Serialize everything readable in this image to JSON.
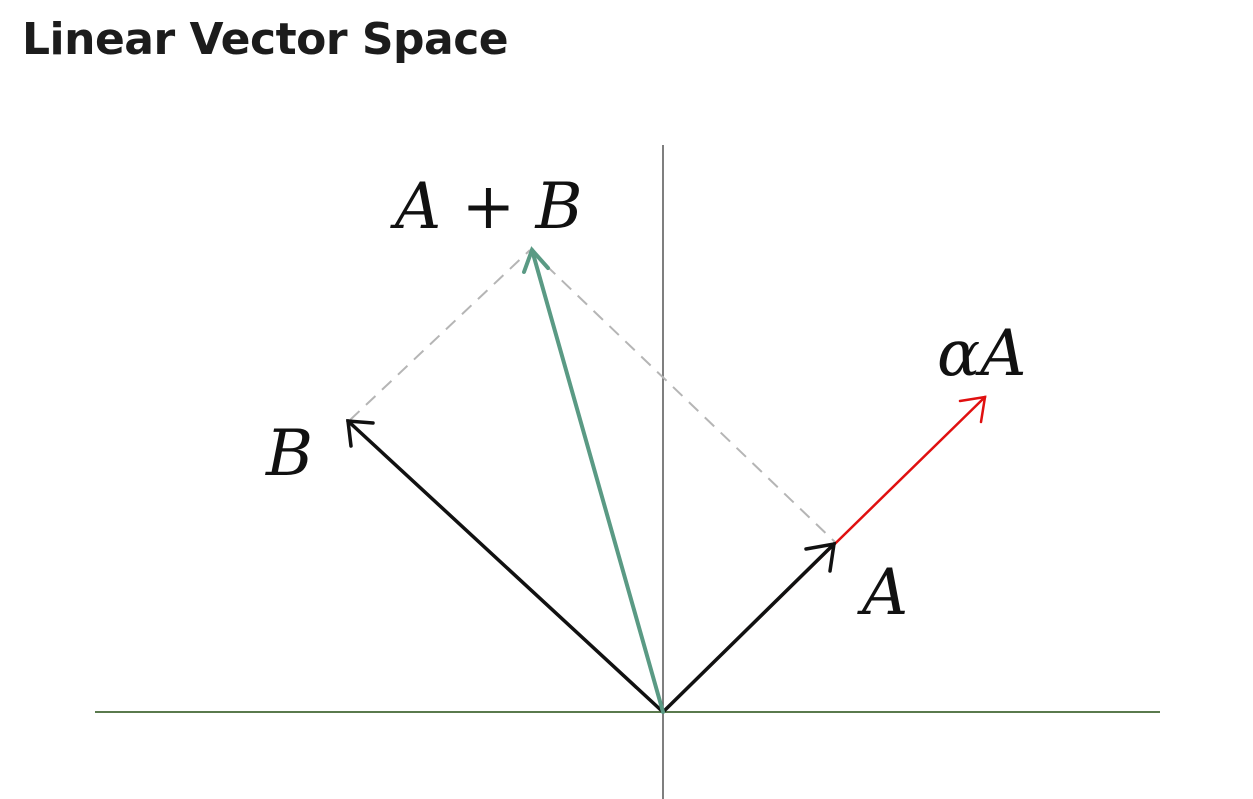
{
  "title": "Linear Vector Space",
  "labels": {
    "sum": "A + B",
    "b": "B",
    "a": "A",
    "scaled": "αA"
  },
  "colors": {
    "axis": "#5a7a4e",
    "vector_a": "#111111",
    "vector_b": "#111111",
    "vector_sum": "#5a9a84",
    "vector_scaled": "#e01010",
    "guide": "#b5b5b5"
  }
}
